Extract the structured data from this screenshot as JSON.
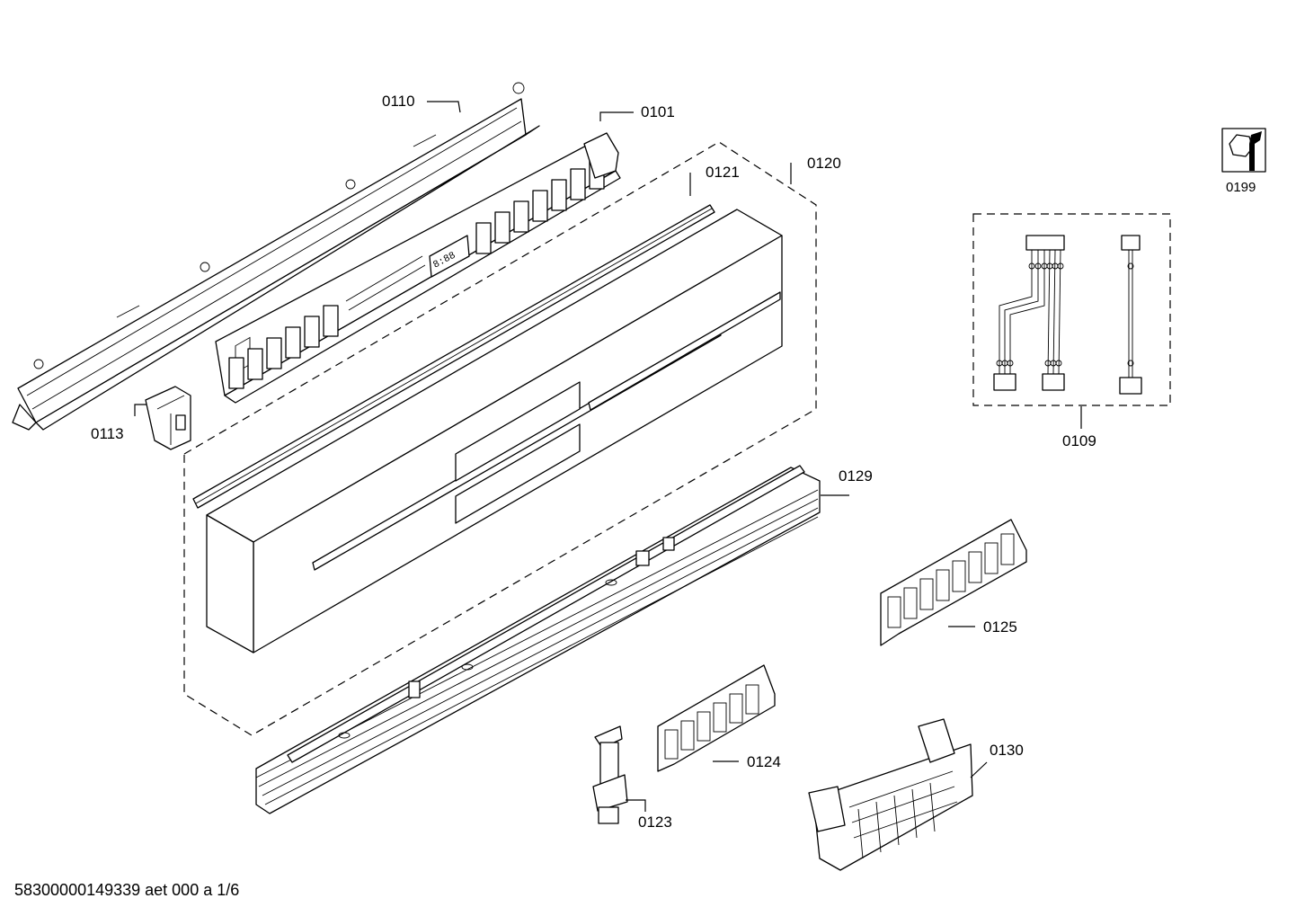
{
  "parts": [
    {
      "id": "p0110",
      "label": "0110"
    },
    {
      "id": "p0101",
      "label": "0101"
    },
    {
      "id": "p0120",
      "label": "0120"
    },
    {
      "id": "p0121",
      "label": "0121"
    },
    {
      "id": "p0113",
      "label": "0113"
    },
    {
      "id": "p0129",
      "label": "0129"
    },
    {
      "id": "p0125",
      "label": "0125"
    },
    {
      "id": "p0124",
      "label": "0124"
    },
    {
      "id": "p0123",
      "label": "0123"
    },
    {
      "id": "p0130",
      "label": "0130"
    },
    {
      "id": "p0109",
      "label": "0109"
    },
    {
      "id": "p0199",
      "label": "0199"
    }
  ],
  "footer": {
    "text": "58300000149339 aet 000 a 1/6"
  },
  "icons": {
    "service": "wrench-nut-icon"
  }
}
